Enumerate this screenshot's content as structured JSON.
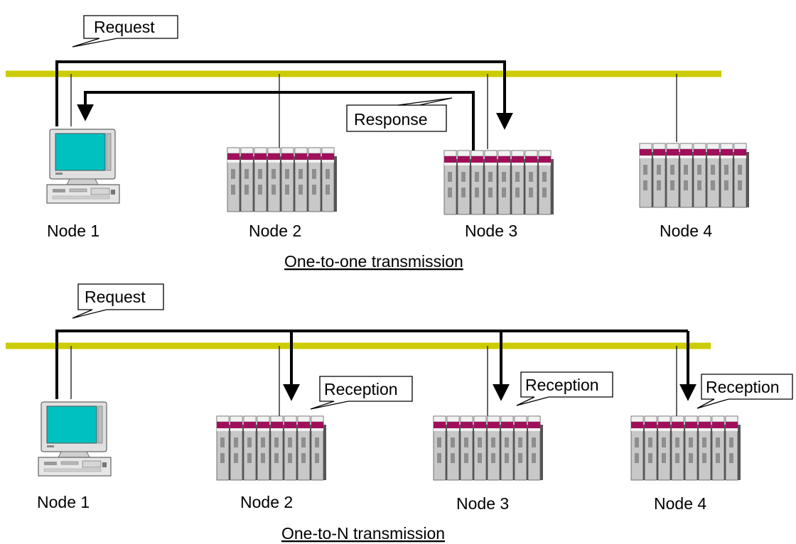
{
  "diagrams": [
    {
      "caption": "One-to-one transmission",
      "nodes": [
        {
          "label": "Node 1",
          "kind": "pc"
        },
        {
          "label": "Node 2",
          "kind": "plc"
        },
        {
          "label": "Node 3",
          "kind": "plc"
        },
        {
          "label": "Node 4",
          "kind": "plc"
        }
      ],
      "callouts": [
        "Request",
        "Response"
      ]
    },
    {
      "caption": "One-to-N transmission",
      "nodes": [
        {
          "label": "Node 1",
          "kind": "pc"
        },
        {
          "label": "Node 2",
          "kind": "plc"
        },
        {
          "label": "Node 3",
          "kind": "plc"
        },
        {
          "label": "Node 4",
          "kind": "plc"
        }
      ],
      "callouts": [
        "Request",
        "Reception",
        "Reception",
        "Reception"
      ]
    }
  ],
  "colors": {
    "bus": "#cccc00",
    "screen": "#00c0c0",
    "plc_band": "#a0105a",
    "plc_body": "#c8c8c8"
  }
}
